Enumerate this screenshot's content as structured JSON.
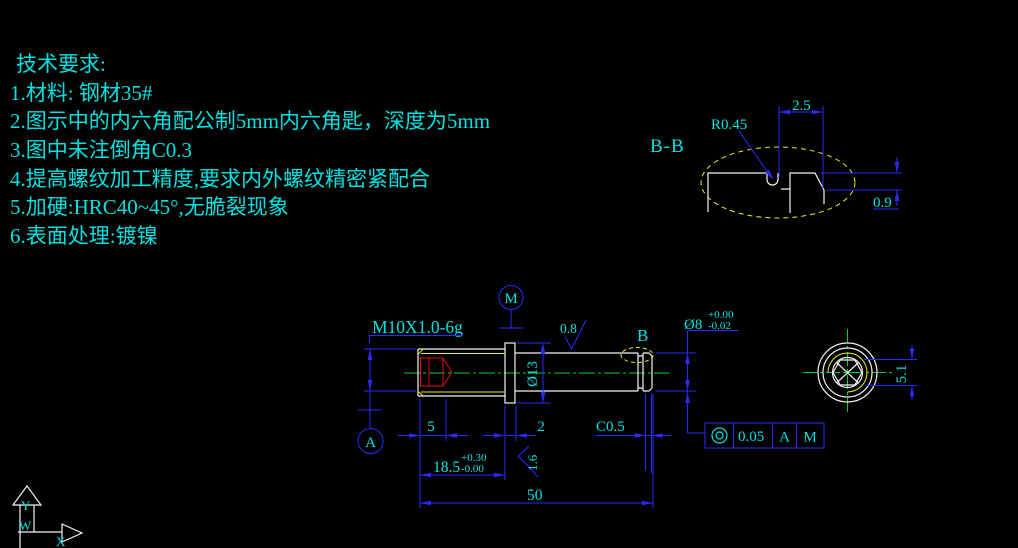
{
  "palette": {
    "background": "#000000",
    "text_cyan": "#00e2e2",
    "dim_blue": "#2a2aff",
    "line_white": "#f2f2f2",
    "aux_yellow": "#f0f000",
    "center_green": "#00cc33",
    "hidden_red": "#dd1111"
  },
  "notes": {
    "title": "技术要求:",
    "items": [
      "1.材料: 钢材35#",
      "2.图示中的内六角配公制5mm内六角匙，深度为5mm",
      "3.图中未注倒角C0.3",
      "4.提高螺纹加工精度,要求内外螺纹精密紧配合",
      "5.加硬:HRC40~45°,无脆裂现象",
      "6.表面处理:镀镍"
    ]
  },
  "section_bb": {
    "label": "B-B",
    "width": "2.5",
    "radius": "R0.45",
    "depth": "0.9"
  },
  "front": {
    "thread_spec": "M10X1.0-6g",
    "datum_m": "M",
    "roughness_shaft": "0.8",
    "section_mark": "B",
    "flange_dia": "Ø13",
    "shaft_dia": "Ø8",
    "shaft_dia_tol_up": "+0.00",
    "shaft_dia_tol_low": "-0.02",
    "datum_a": "A",
    "socket_depth": "5",
    "flange_width": "2",
    "end_chamfer": "C0.5",
    "roughness_flange": "1.6",
    "thread_length": "18.5",
    "thread_len_tol_up": "+0.30",
    "thread_len_tol_low": "-0.00",
    "overall_length": "50"
  },
  "fcf": {
    "symbol": "concentricity",
    "tolerance": "0.05",
    "datum": "A",
    "modifier": "M"
  },
  "end_view": {
    "socket_width": "5.1"
  },
  "ucs": {
    "x_label": "X",
    "y_label": "Y",
    "w_label": "W"
  }
}
